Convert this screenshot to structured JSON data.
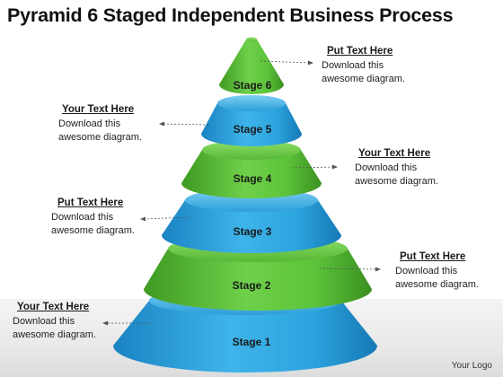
{
  "title": "Pyramid 6 Staged Independent Business Process",
  "stages": [
    {
      "label": "Stage 6",
      "color": "#59c23a"
    },
    {
      "label": "Stage 5",
      "color": "#2ba1dc"
    },
    {
      "label": "Stage 4",
      "color": "#59c23a"
    },
    {
      "label": "Stage 3",
      "color": "#2ba1dc"
    },
    {
      "label": "Stage 2",
      "color": "#59c23a"
    },
    {
      "label": "Stage 1",
      "color": "#2ba1dc"
    }
  ],
  "callouts": [
    {
      "heading": "Put Text Here",
      "line1": "Download this",
      "line2": "awesome diagram."
    },
    {
      "heading": "Your Text Here",
      "line1": "Download this",
      "line2": "awesome diagram."
    },
    {
      "heading": "Your Text Here",
      "line1": "Download this",
      "line2": "awesome diagram."
    },
    {
      "heading": "Put Text Here",
      "line1": "Download this",
      "line2": "awesome diagram."
    },
    {
      "heading": "Put Text Here",
      "line1": "Download this",
      "line2": "awesome diagram."
    },
    {
      "heading": "Your Text Here",
      "line1": "Download this",
      "line2": "awesome diagram."
    }
  ],
  "footer": {
    "logo": "Your Logo"
  }
}
